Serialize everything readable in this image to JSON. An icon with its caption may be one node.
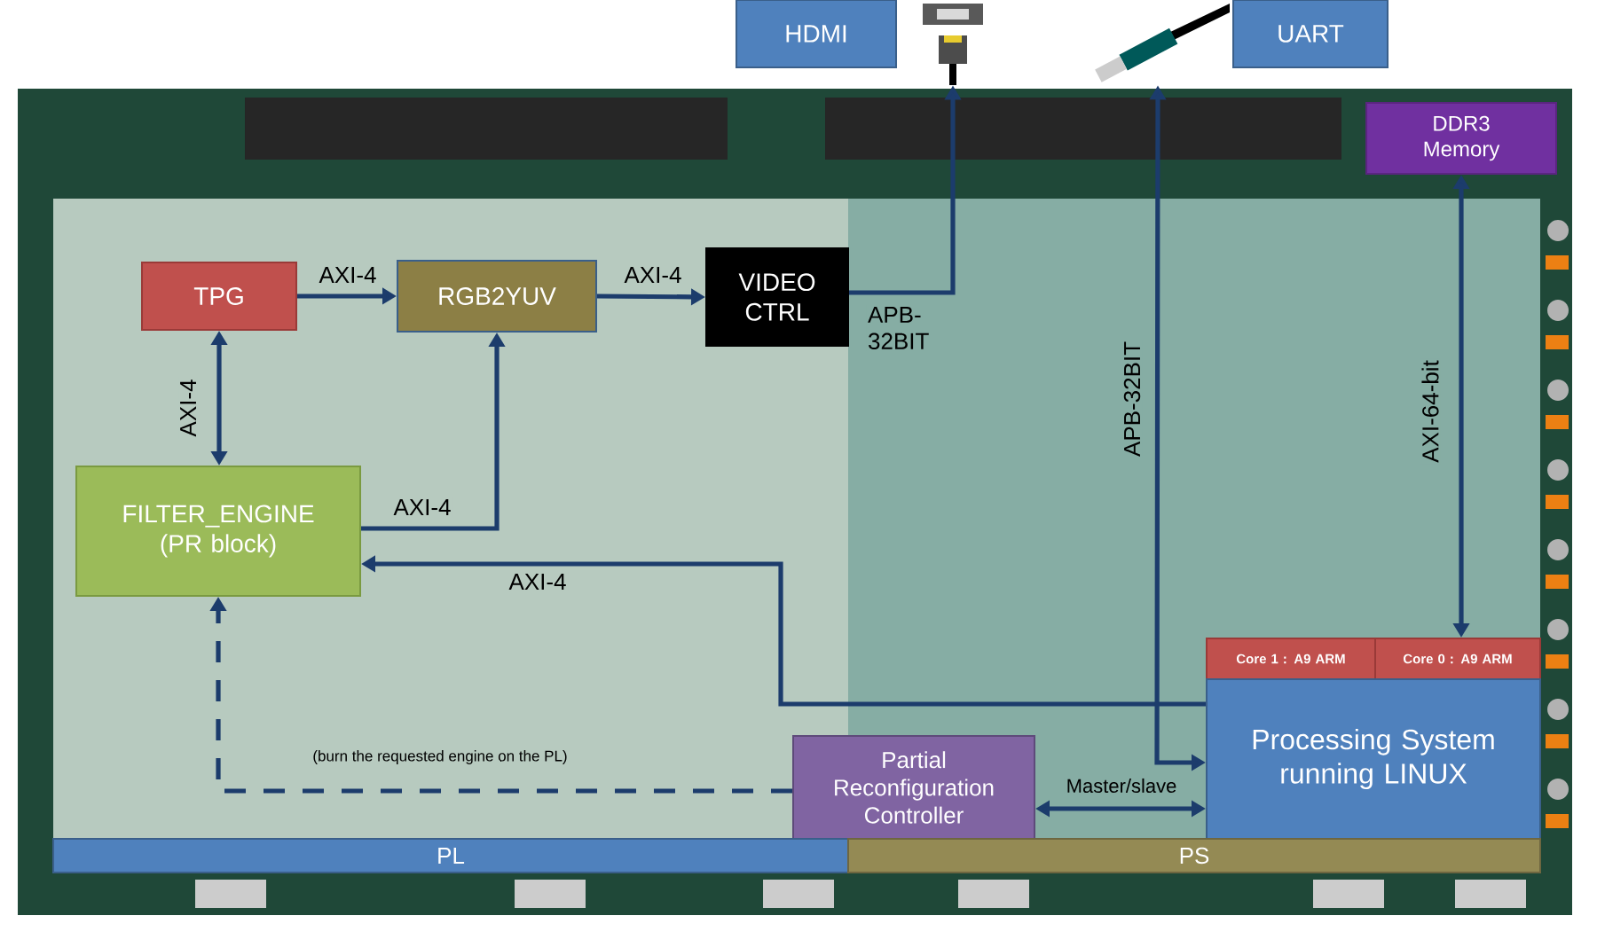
{
  "diagram": {
    "nodes": [
      {
        "text": [
          "HDMI"
        ]
      },
      {
        "text": [],
        "shape": "picture"
      },
      {
        "text": [],
        "shape": "picture"
      },
      {
        "text": [
          "UART"
        ]
      },
      {
        "text": [
          "DDR3 Memory"
        ]
      },
      {
        "text": [
          "TPG"
        ]
      },
      {
        "text": [
          "RGB2YUV"
        ]
      },
      {
        "text": [
          "VIDEO CTRL"
        ]
      },
      {
        "text": [
          "FILTER_ENGINE (PR block)"
        ]
      },
      {
        "text": [
          "Core 1 : A9 ARM"
        ]
      },
      {
        "text": [
          "Core 0 : A9 ARM"
        ]
      },
      {
        "text": [
          "Processing System running LINUX"
        ]
      },
      {
        "text": [
          "Partial Reconfiguration Controller"
        ]
      },
      {
        "text": [
          "PL"
        ]
      },
      {
        "text": [
          "PS"
        ]
      }
    ],
    "edges": [
      {
        "from": 5,
        "to": 6,
        "arrow": "to",
        "label": "AXI-4"
      },
      {
        "from": 6,
        "to": 7,
        "arrow": "to",
        "label": "AXI-4"
      },
      {
        "from": 5,
        "to": 8,
        "arrow": "both",
        "label": "AXI-4"
      },
      {
        "from": 8,
        "to": 6,
        "arrow": "to",
        "label": "AXI-4"
      },
      {
        "from": 11,
        "to": 8,
        "arrow": "to",
        "label": "AXI-4"
      },
      {
        "from": 7,
        "to": 1,
        "arrow": "to",
        "label": "APB- 32BIT"
      },
      {
        "from": 11,
        "to": 2,
        "arrow": "both",
        "label": "APB-32BIT"
      },
      {
        "from": 4,
        "to": 10,
        "arrow": "both",
        "label": "AXI-64-bit"
      },
      {
        "from": 12,
        "to": 11,
        "arrow": "both",
        "label": "Master/slave"
      },
      {
        "from": 12,
        "to": 8,
        "arrow": "to",
        "label": "(burn the requested engine on the PL)",
        "style": "dashed"
      }
    ]
  }
}
